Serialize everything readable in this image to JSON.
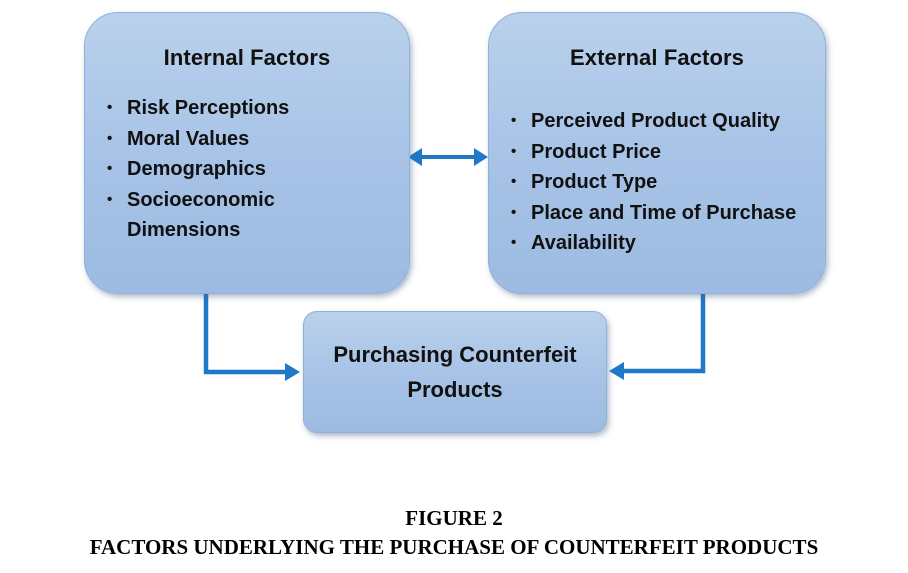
{
  "diagram": {
    "internal": {
      "title": "Internal Factors",
      "items": [
        "Risk Perceptions",
        "Moral Values",
        "Demographics",
        "Socioeconomic Dimensions"
      ]
    },
    "external": {
      "title": "External Factors",
      "items": [
        "Perceived Product Quality",
        "Product Price",
        "Product Type",
        "Place and Time of Purchase",
        "Availability"
      ]
    },
    "outcome": {
      "title": "Purchasing Counterfeit Products"
    },
    "bullet_symbol": "•",
    "colors": {
      "box_fill": "#a6c2e6",
      "arrow": "#1f78c8"
    }
  },
  "caption": {
    "label": "FIGURE 2",
    "title": "FACTORS UNDERLYING THE PURCHASE OF COUNTERFEIT PRODUCTS"
  }
}
